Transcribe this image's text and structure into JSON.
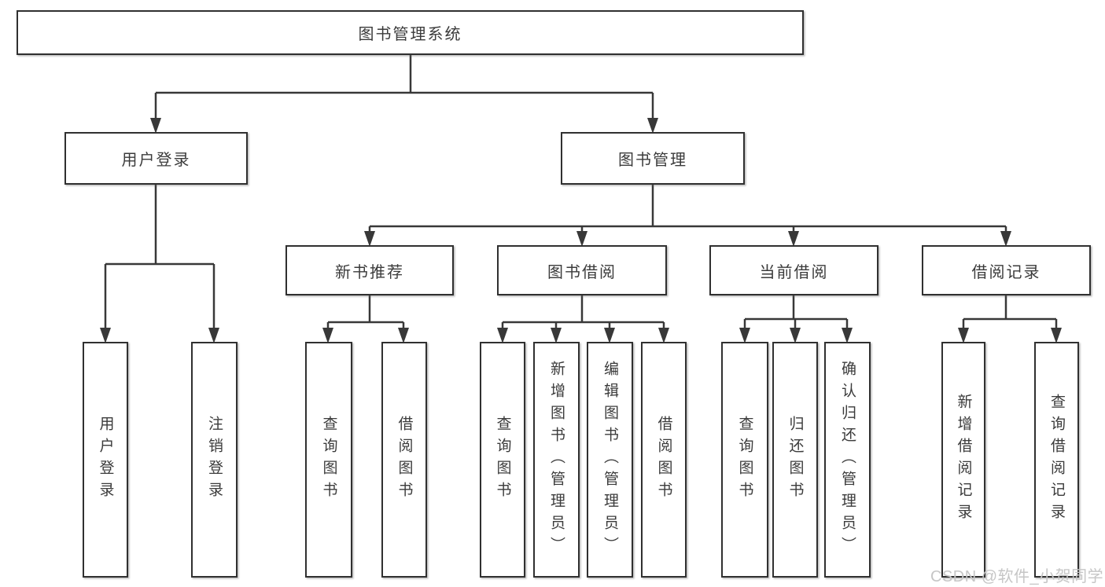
{
  "diagram": {
    "title": "图书管理系统",
    "root": {
      "label": "图书管理系统"
    },
    "level2": [
      {
        "label": "用户登录"
      },
      {
        "label": "图书管理"
      }
    ],
    "level3": [
      {
        "label": "新书推荐"
      },
      {
        "label": "图书借阅"
      },
      {
        "label": "当前借阅"
      },
      {
        "label": "借阅记录"
      }
    ],
    "leaves": [
      {
        "label": "用户登录",
        "parent": "用户登录"
      },
      {
        "label": "注销登录",
        "parent": "用户登录"
      },
      {
        "label": "查询图书",
        "parent": "新书推荐"
      },
      {
        "label": "借阅图书",
        "parent": "新书推荐"
      },
      {
        "label": "查询图书",
        "parent": "图书借阅"
      },
      {
        "label": "新增图书（管理员）",
        "parent": "图书借阅"
      },
      {
        "label": "编辑图书（管理员）",
        "parent": "图书借阅"
      },
      {
        "label": "借阅图书",
        "parent": "图书借阅"
      },
      {
        "label": "查询图书",
        "parent": "当前借阅"
      },
      {
        "label": "归还图书",
        "parent": "当前借阅"
      },
      {
        "label": "确认归还（管理员）",
        "parent": "当前借阅"
      },
      {
        "label": "新增借阅记录",
        "parent": "借阅记录"
      },
      {
        "label": "查询借阅记录",
        "parent": "借阅记录"
      }
    ]
  },
  "watermark": {
    "text": "CSDN @软件_小贺同学"
  },
  "colors": {
    "background": "#ffffff",
    "line": "#383838",
    "box_border": "#303030",
    "text": "#3b3b3b",
    "watermark": "#c6c6c6"
  }
}
